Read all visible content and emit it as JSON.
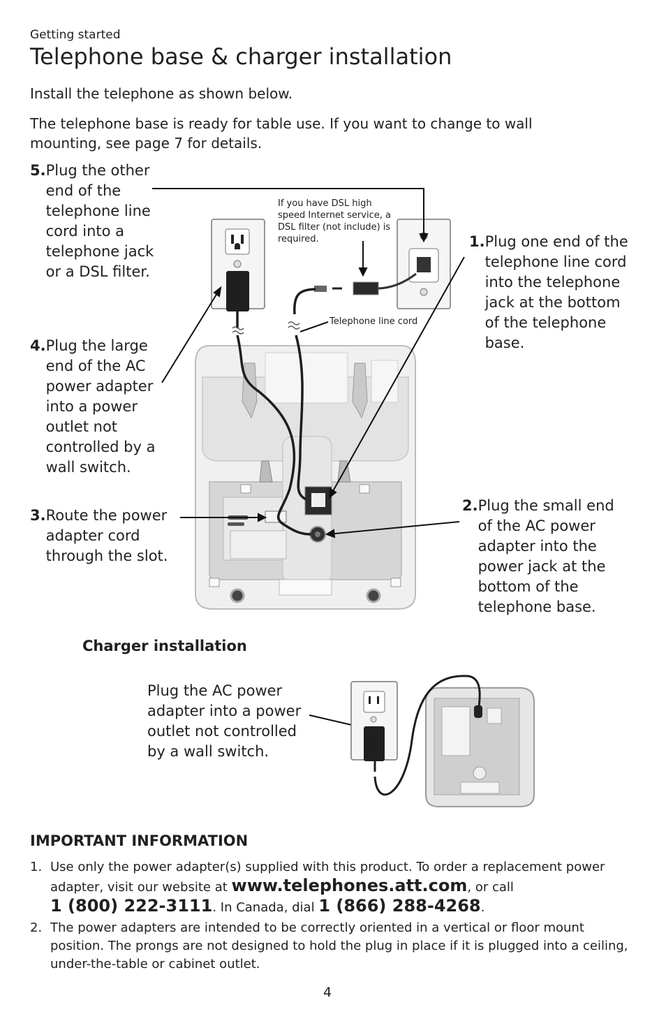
{
  "header": {
    "section": "Getting started",
    "title": "Telephone base & charger installation"
  },
  "intro": {
    "line1": "Install the telephone as shown below.",
    "line2": "The telephone base is ready for table use. If you want to change to wall mounting, see page 7 for details."
  },
  "steps": [
    {
      "num": "1.",
      "text": "Plug one end of the telephone line cord into the telephone jack at the bottom of the telephone base."
    },
    {
      "num": "2.",
      "text": "Plug the small end of the AC power adapter into the power jack at the bottom of the telephone base."
    },
    {
      "num": "3.",
      "text": "Route the power adapter cord through the slot."
    },
    {
      "num": "4.",
      "text": "Plug the large end of the AC power adapter into a power outlet not controlled by a wall switch."
    },
    {
      "num": "5.",
      "text": "Plug the other end of the telephone line cord into a telephone jack or a DSL filter."
    }
  ],
  "diagram": {
    "dsl_note": "If you have DSL high speed Internet service, a DSL filter (not include) is required.",
    "line_cord_label": "Telephone line cord"
  },
  "charger": {
    "heading": "Charger installation",
    "instruction": "Plug the AC power adapter into a power outlet not controlled by a wall switch."
  },
  "important": {
    "heading": "IMPORTANT INFORMATION",
    "item1": {
      "num": "1.",
      "text_a": "Use only the power adapter(s) supplied with this product. To order a replacement power adapter, visit our website at ",
      "website": "www.telephones.att.com",
      "text_b": ", or call ",
      "phone_us": "1 (800) 222-3111",
      "text_c": ". In Canada, dial ",
      "phone_ca": "1 (866) 288-4268",
      "text_d": "."
    },
    "item2": {
      "num": "2.",
      "text": "The power adapters are intended to be correctly oriented in a vertical or floor mount position. The prongs are not designed to hold the plug in place if it is plugged into a ceiling, under-the-table or cabinet outlet."
    }
  },
  "page_number": "4"
}
